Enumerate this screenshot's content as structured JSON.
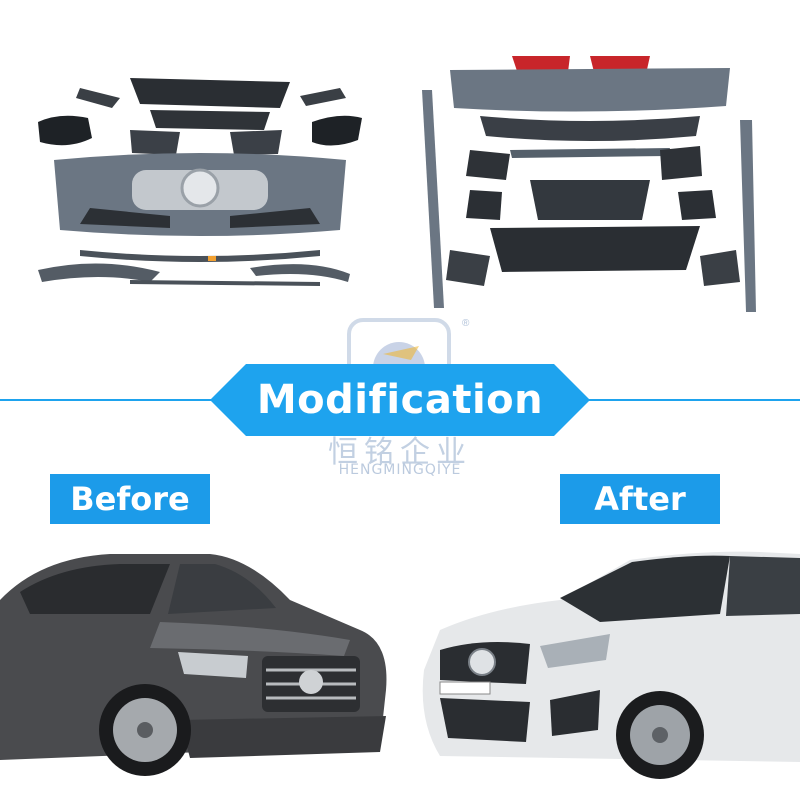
{
  "banner": {
    "title": "Modification",
    "color": "#1ea3ee"
  },
  "labels": {
    "before": "Before",
    "after": "After"
  },
  "watermark": {
    "chinese": "恒铭企业",
    "english": "HENGMINGQIYE",
    "registered": "®"
  },
  "panels": {
    "top_left": "front-bumper-kit-parts",
    "top_right": "rear-bumper-kit-parts",
    "bottom_left": "dark-grey-sedan-before",
    "bottom_right": "silver-sedan-after"
  },
  "colors": {
    "label_bg": "#1c9be9",
    "car_before": "#4a4b4e",
    "car_after": "#e6e8ea",
    "parts": "#6b7683"
  }
}
